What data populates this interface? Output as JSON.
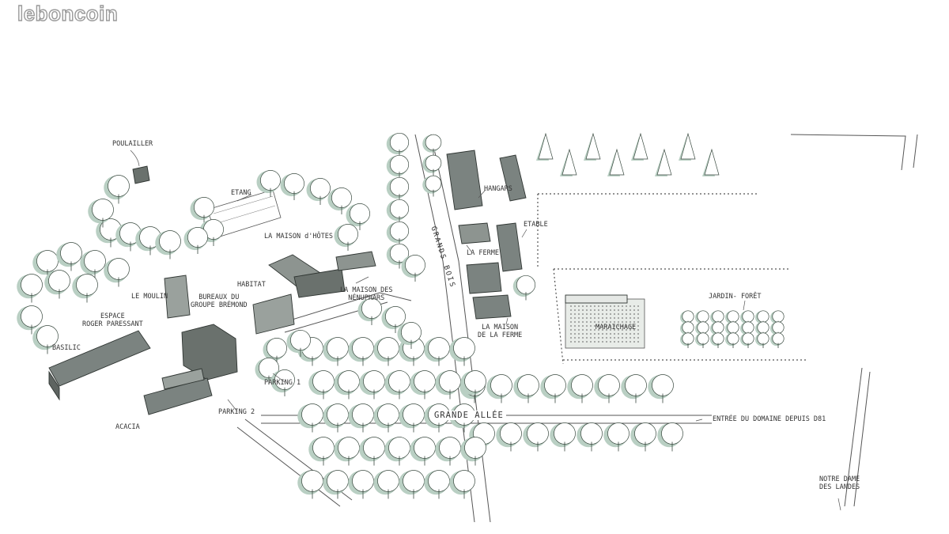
{
  "brand": {
    "logo_text": "leboncoin"
  },
  "labels": {
    "poulailler": "POULAILLER",
    "etang": "ETANG",
    "maison_hotes": "LA MAISON d'HÔTES",
    "moulin": "LE MOULIN",
    "espace": "ESPACE\nROGER PARESSANT",
    "bureaux": "BUREAUX DU\nGROUPE BRÉMOND",
    "habitat": "HABITAT",
    "maison_nenuphars": "LA MAISON DES\nNÉNUPHARS",
    "basilic": "BASILIC",
    "acacia": "ACACIA",
    "parking1": "PARKING 1",
    "parking2": "PARKING 2",
    "hangars": "HANGARS",
    "etable": "ETABLE",
    "la_ferme": "LA FERME",
    "maison_ferme": "LA MAISON\nDE LA FERME",
    "maraichage": "MARAICHAGE",
    "jardin_foret": "JARDIN- FORÊT",
    "grande_allee": "GRANDE ALLÉE",
    "grands_bois": "GRANDS BOIS",
    "entree": "ENTRÉE DU DOMAINE DEPUIS D81",
    "notre_dame": "NOTRE DAME\nDES LANDES"
  },
  "colors": {
    "tree_fill": "#b9cfc3",
    "tree_stroke": "#3a4a40",
    "building": "#6f7773",
    "line": "#555555"
  }
}
